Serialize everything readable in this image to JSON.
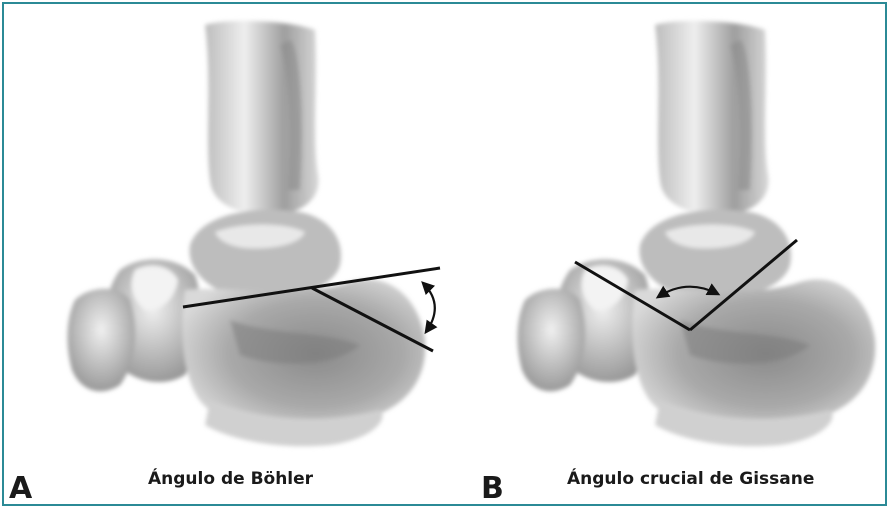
{
  "panels": [
    {
      "letter": "A",
      "caption": "Ángulo de Böhler"
    },
    {
      "letter": "B",
      "caption": "Ángulo crucial de Gissane"
    }
  ],
  "colors": {
    "border": "#2b8a96",
    "bone_light": "#e6e6e6",
    "bone_mid": "#a8a8a8",
    "bone_dark": "#6e6e6e",
    "line": "#111111"
  },
  "icons": [
    "double-arrow-icon"
  ]
}
